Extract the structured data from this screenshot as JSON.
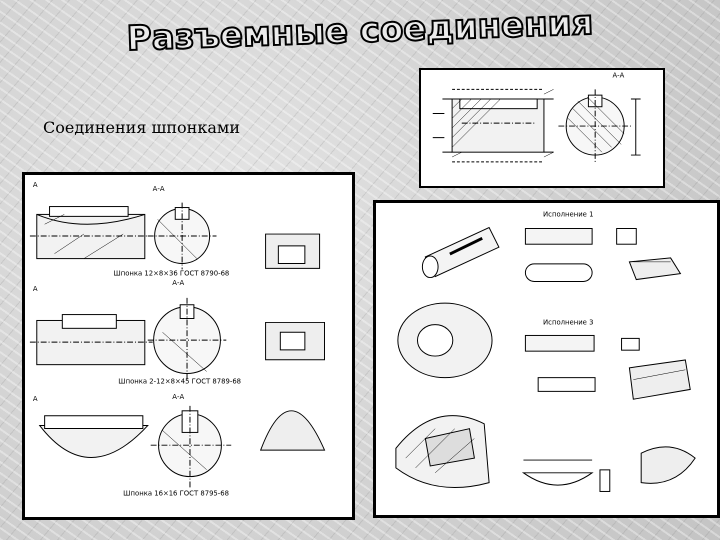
{
  "slide": {
    "title": "Разъемные соединения",
    "subtitle": "Соединения шпонками"
  },
  "drawings": {
    "top_right": {
      "section_label": "А-А"
    },
    "left": {
      "section_labels": [
        "А-А",
        "А-А",
        "А-А"
      ],
      "side_labels": [
        "А",
        "А",
        "А"
      ],
      "captions": [
        "Шпонка 12×8×36 ГОСТ 8790-68",
        "Шпонка 2-12×8×45 ГОСТ 8789-68",
        "Шпонка 16×16 ГОСТ 8795-68"
      ]
    },
    "right": {
      "variant_labels": [
        "Исполнение 1",
        "Исполнение 3"
      ]
    }
  },
  "colors": {
    "title_fill": "#e8e8e8",
    "title_stroke": "#000000",
    "ink": "#000000"
  }
}
